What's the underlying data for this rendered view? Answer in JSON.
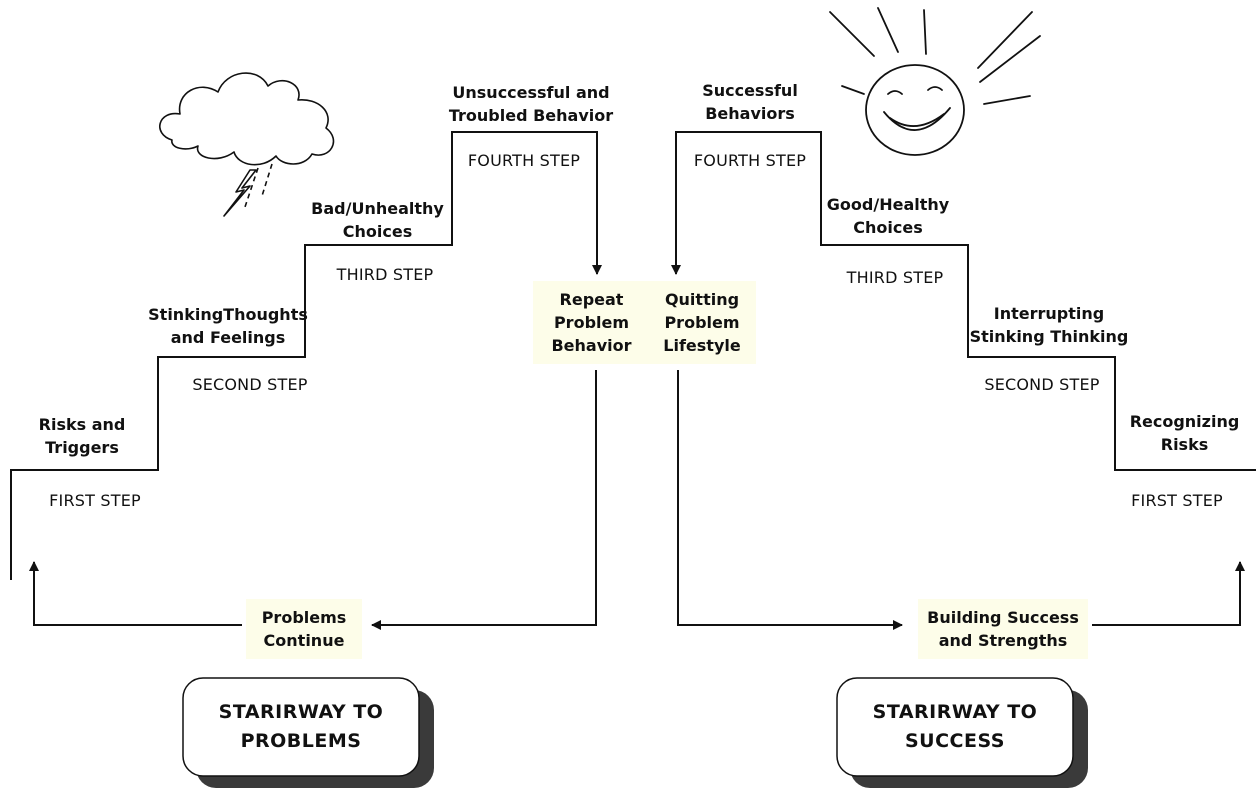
{
  "left": {
    "steps": [
      {
        "label": "Risks and\nTriggers",
        "step": "FIRST STEP"
      },
      {
        "label": "StinkingThoughts\nand Feelings",
        "step": "SECOND STEP"
      },
      {
        "label": "Bad/Unhealthy\nChoices",
        "step": "THIRD STEP"
      },
      {
        "label": "Unsuccessful and\nTroubled Behavior",
        "step": "FOURTH STEP"
      }
    ],
    "outcome": "Repeat\nProblem\nBehavior",
    "result": "Problems\nContinue",
    "title": "STARIRWAY TO\nPROBLEMS"
  },
  "right": {
    "steps": [
      {
        "label": "Recognizing\nRisks",
        "step": "FIRST STEP"
      },
      {
        "label": "Interrupting\nStinking Thinking",
        "step": "SECOND STEP"
      },
      {
        "label": "Good/Healthy\nChoices",
        "step": "THIRD STEP"
      },
      {
        "label": "Successful\nBehaviors",
        "step": "FOURTH STEP"
      }
    ],
    "outcome": "Quitting\nProblem\nLifestyle",
    "result": "Building Success\nand Strengths",
    "title": "STARIRWAY TO\nSUCCESS"
  },
  "icons": {
    "left": "storm-cloud-icon",
    "right": "smiling-sun-icon"
  },
  "colors": {
    "line": "#111111",
    "highlight": "#fdfde9",
    "shadow": "#3a3a3a"
  }
}
